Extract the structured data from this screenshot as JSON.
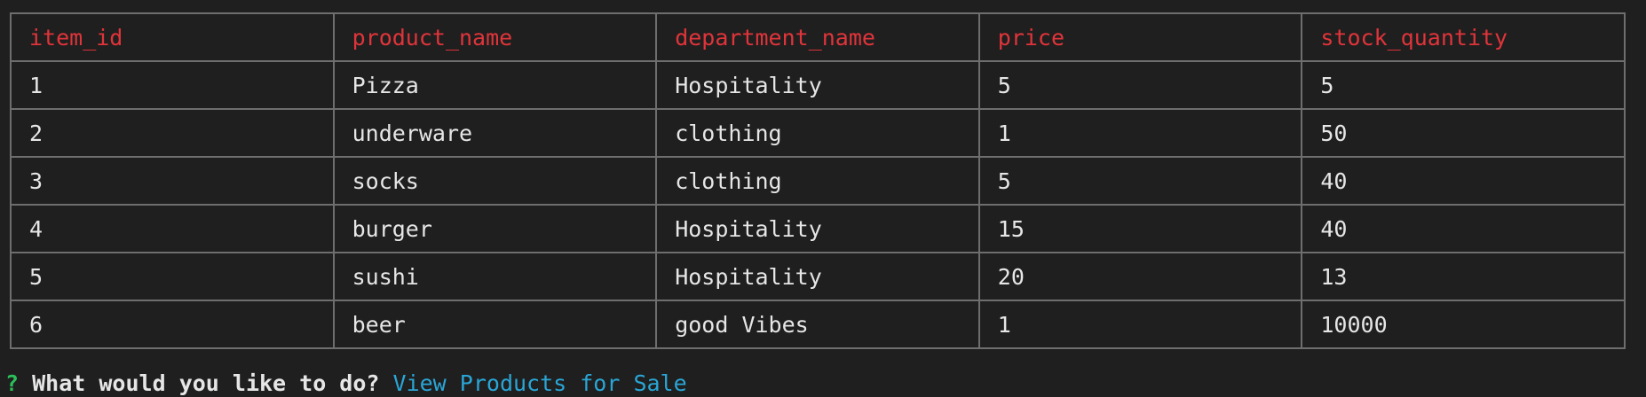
{
  "table": {
    "columns": [
      "item_id",
      "product_name",
      "department_name",
      "price",
      "stock_quantity"
    ],
    "rows": [
      [
        "1",
        "Pizza",
        "Hospitality",
        "5",
        "5"
      ],
      [
        "2",
        "underware",
        "clothing",
        "1",
        "50"
      ],
      [
        "3",
        "socks",
        "clothing",
        "5",
        "40"
      ],
      [
        "4",
        "burger",
        "Hospitality",
        "15",
        "40"
      ],
      [
        "5",
        "sushi",
        "Hospitality",
        "20",
        "13"
      ],
      [
        "6",
        "beer",
        "good Vibes",
        "1",
        "10000"
      ]
    ]
  },
  "prompt": {
    "marker": "?",
    "question": "What would you like to do?",
    "answer": "View Products for Sale"
  },
  "colors": {
    "background": "#1f1f1f",
    "header_text": "#e0343a",
    "cell_text": "#e6e6e6",
    "border": "#6e6e6e",
    "prompt_marker": "#2bbf5a",
    "answer_text": "#2aa6d6"
  }
}
